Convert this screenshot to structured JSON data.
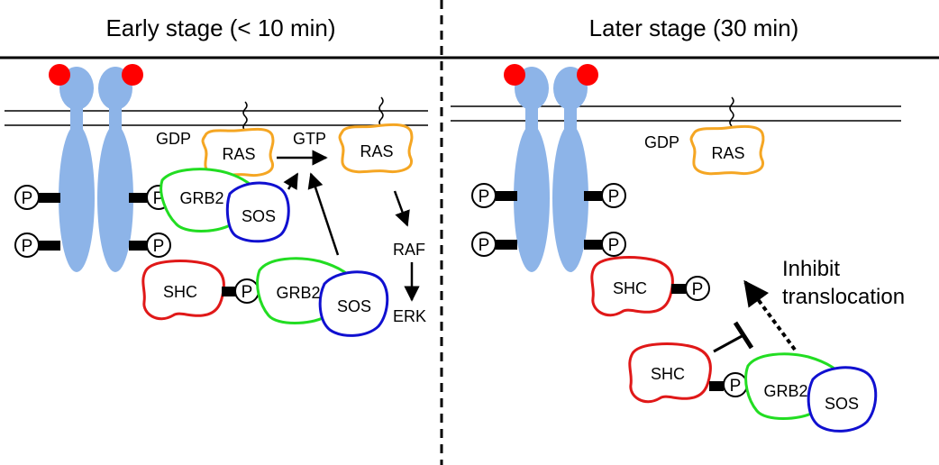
{
  "panels": {
    "left": {
      "title": "Early stage (< 10 min)",
      "gdp": "GDP",
      "gtp": "GTP",
      "ras1": "RAS",
      "ras2": "RAS",
      "grb2_top": "GRB2",
      "sos_top": "SOS",
      "shc": "SHC",
      "grb2_bottom": "GRB2",
      "sos_bottom": "SOS",
      "raf": "RAF",
      "erk": "ERK",
      "p": "P"
    },
    "right": {
      "title": "Later stage (30 min)",
      "gdp": "GDP",
      "ras": "RAS",
      "shc1": "SHC",
      "shc2": "SHC",
      "grb2": "GRB2",
      "sos": "SOS",
      "inhibit_line1": "Inhibit",
      "inhibit_line2": "translocation",
      "p": "P"
    }
  },
  "colors": {
    "receptor": "#8db4e8",
    "ligand": "#ff0000",
    "ras": "#f5a623",
    "grb2": "#22dd22",
    "sos": "#1010d0",
    "shc": "#e01818",
    "line": "#000000"
  }
}
